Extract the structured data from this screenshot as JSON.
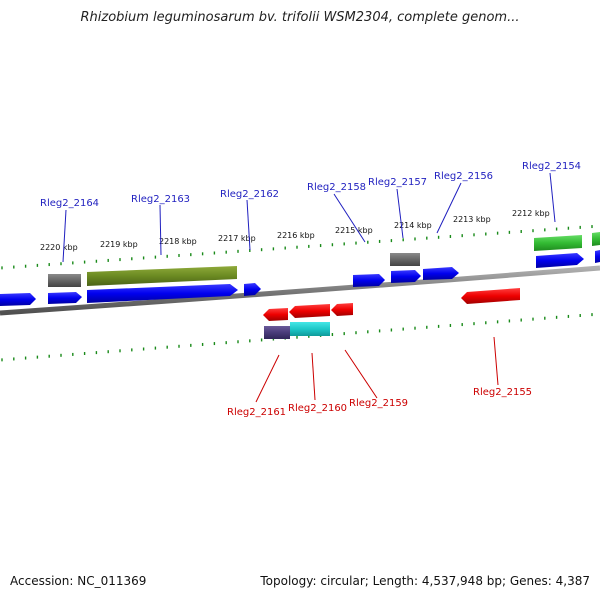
{
  "title": "Rhizobium leguminosarum bv. trifolii WSM2304, complete genom...",
  "footer": {
    "accession": "Accession: NC_011369",
    "summary": "Topology: circular; Length: 4,537,948 bp; Genes: 4,387"
  },
  "colors": {
    "forward_label": "#1f1fbf",
    "reverse_label": "#cc0000",
    "backbone": "#808080",
    "tick": "#1a8a1a"
  },
  "kbp_ticks": [
    {
      "label": "2220 kbp",
      "kbp": 2220
    },
    {
      "label": "2219 kbp",
      "kbp": 2219
    },
    {
      "label": "2218 kbp",
      "kbp": 2218
    },
    {
      "label": "2217 kbp",
      "kbp": 2217
    },
    {
      "label": "2216 kbp",
      "kbp": 2216
    },
    {
      "label": "2215 kbp",
      "kbp": 2215
    },
    {
      "label": "2214 kbp",
      "kbp": 2214
    },
    {
      "label": "2213 kbp",
      "kbp": 2213
    },
    {
      "label": "2212 kbp",
      "kbp": 2212
    }
  ],
  "gene_labels_top": [
    {
      "id": "Rleg2_2164"
    },
    {
      "id": "Rleg2_2163"
    },
    {
      "id": "Rleg2_2162"
    },
    {
      "id": "Rleg2_2158"
    },
    {
      "id": "Rleg2_2157"
    },
    {
      "id": "Rleg2_2156"
    },
    {
      "id": "Rleg2_2154"
    }
  ],
  "gene_labels_bottom": [
    {
      "id": "Rleg2_2161"
    },
    {
      "id": "Rleg2_2160"
    },
    {
      "id": "Rleg2_2159"
    },
    {
      "id": "Rleg2_2155"
    }
  ]
}
